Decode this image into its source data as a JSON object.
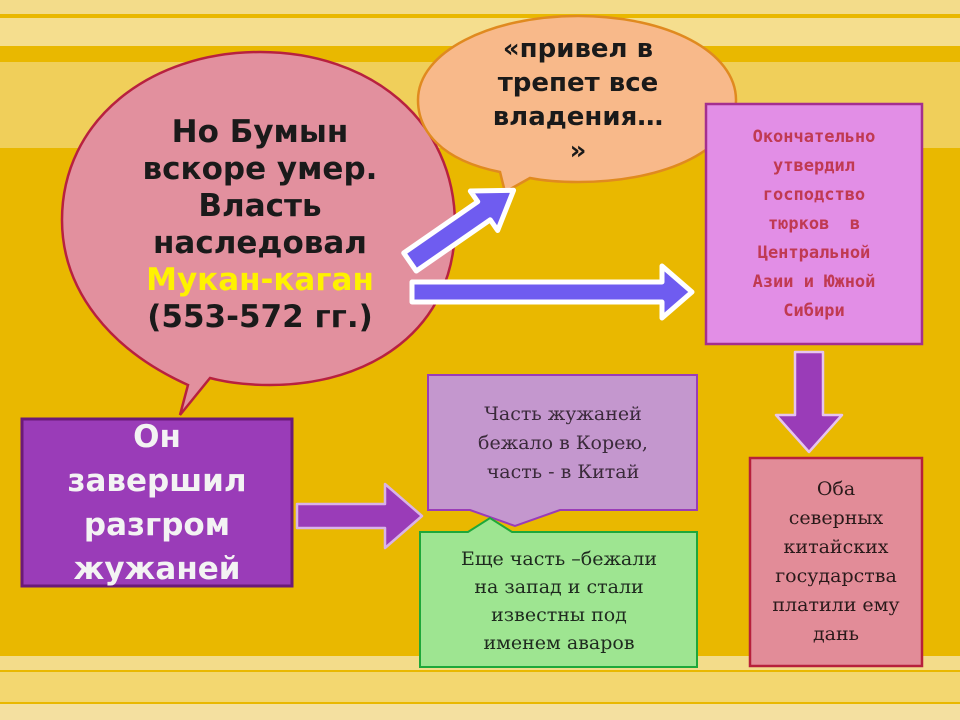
{
  "bubble_main": {
    "line1": "Но Бумын",
    "line2": "вскоре умер.",
    "line3": "Власть",
    "line4": "наследовал",
    "name": "Мукан-каган",
    "years": "(553-572 гг.)"
  },
  "bubble_quote": {
    "line1": "«привел в",
    "line2": "трепет все",
    "line3": "владения…",
    "line4": "»"
  },
  "box_confirmed": {
    "line1": "Окончательно",
    "line2": "утвердил",
    "line3": "господство",
    "line4": "тюрков  в",
    "line5": "Центральной",
    "line6": "Азии и Южной",
    "line7": "Сибири"
  },
  "box_defeat": {
    "line1": "Он",
    "line2": "завершил",
    "line3": "разгром",
    "line4": "жужаней"
  },
  "callout_korea": {
    "line1": "Часть жужаней",
    "line2": "бежало в Корею,",
    "line3": "часть - в Китай"
  },
  "callout_avars": {
    "line1": "Еще часть –бежали",
    "line2": "на запад и стали",
    "line3": "известны под",
    "line4": "именем аваров"
  },
  "box_tribute": {
    "line1": "Оба",
    "line2": "северных",
    "line3": "китайских",
    "line4": "государства",
    "line5": "платили ему",
    "line6": "дань"
  },
  "colors": {
    "background": "#e9b800",
    "stripe": "#f3dc8a",
    "main_bubble": "#e2909e",
    "quote_bubble": "#f8b98a",
    "violet_box": "#e28ee6",
    "purple_box": "#9a3cb8",
    "lavender_callout": "#c497ce",
    "green_callout": "#9ee591",
    "rose_box": "#e28c98",
    "name_highlight": "#fff200"
  }
}
